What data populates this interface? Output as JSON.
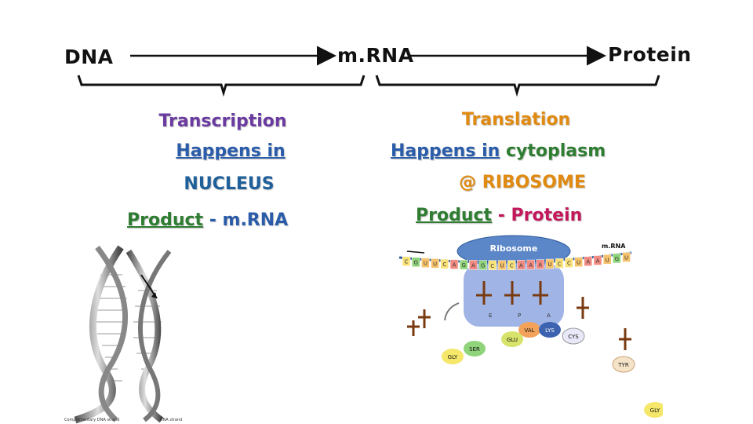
{
  "top": {
    "dna": "DNA",
    "mrna": "m.RNA",
    "protein": "Protein"
  },
  "left": {
    "title": "Transcription",
    "happens": "Happens in",
    "location": "NUCLEUS",
    "product_label": "Product",
    "product_value": "- m.RNA"
  },
  "right": {
    "title": "Translation",
    "happens": "Happens in",
    "happens_rest": "cytoplasm",
    "location": "@ RIBOSOME",
    "product_label": "Product",
    "product_value": "- Protein"
  },
  "dna_figure": {
    "caption_left": "Complementary DNA strand",
    "caption_right": "RNA strand"
  },
  "ribosome_figure": {
    "ribosome_label": "Ribosome",
    "mrna_label": "m.RNA",
    "mrna_sequence": [
      "C",
      "G",
      "U",
      "U",
      "C",
      "A",
      "G",
      "A",
      "G",
      "C",
      "U",
      "C",
      "A",
      "A",
      "A",
      "U",
      "C",
      "C",
      "U",
      "A",
      "A",
      "U",
      "G",
      "U"
    ],
    "site_p": "P",
    "site_a": "A",
    "site_e": "E",
    "amino_acids": [
      "VAL",
      "LYS",
      "GLU",
      "SER",
      "GLY",
      "CYS",
      "TYR",
      "GLY"
    ]
  },
  "colors": {
    "transcription_purple": "#6a3aa0",
    "happens_blue": "#2a5caa",
    "nucleus_blue": "#1f5f9a",
    "translation_orange": "#e08a10",
    "product_green": "#2e7d32",
    "protein_magenta": "#c2185b"
  }
}
